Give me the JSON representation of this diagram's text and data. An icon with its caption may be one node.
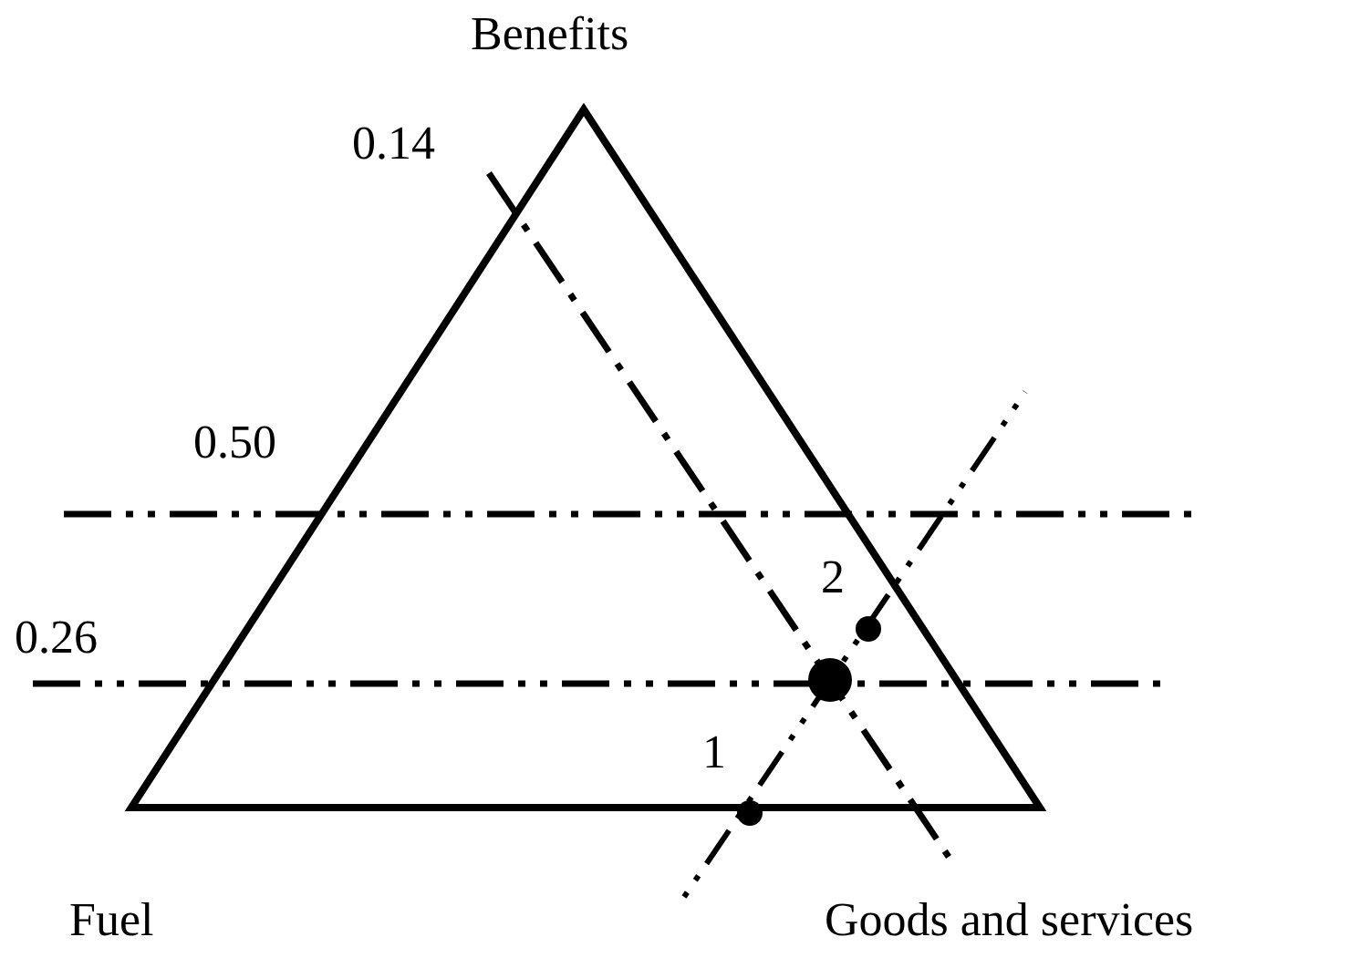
{
  "diagram": {
    "labels": [
      "Benefits",
      "0.14",
      "0.50",
      "2",
      "0.26",
      "1",
      "Fuel",
      "Goods and services"
    ]
  }
}
